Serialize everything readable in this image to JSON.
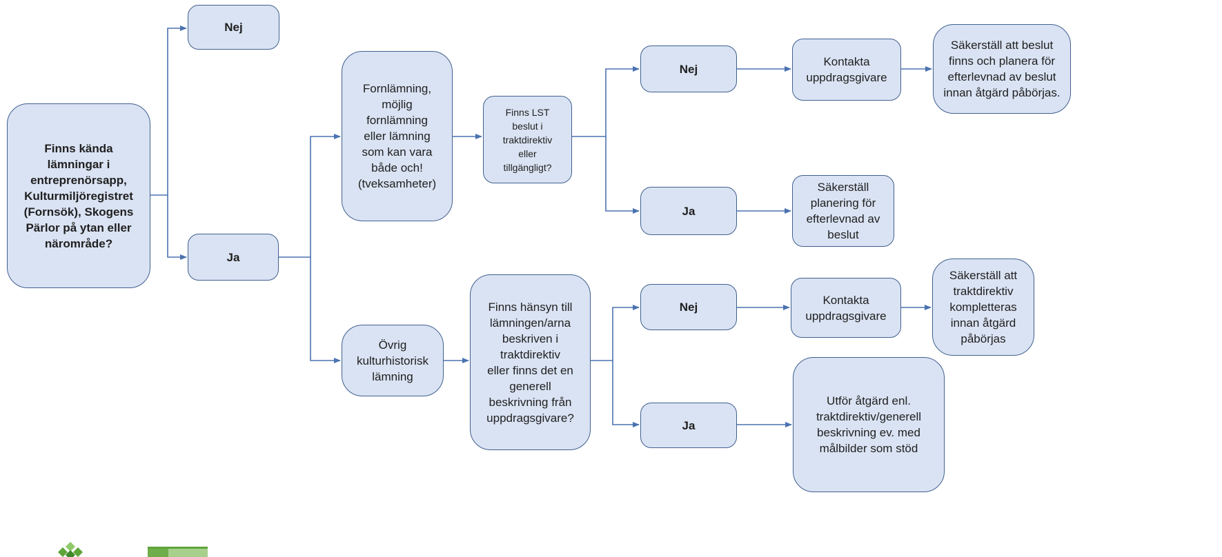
{
  "diagram": {
    "nodes": {
      "q_start": "Finns kända\nlämningar i\nentreprenörsapp,\nKulturmiljöregistret\n(Fornsök), Skogens\nPärlor på ytan eller\nnärområde?",
      "nej_top": "Nej",
      "ja_main": "Ja",
      "fornlamning": "Fornlämning,\nmöjlig\nfornlämning\neller lämning\nsom kan vara\nbåde och!\n(tveksamheter)",
      "ovrig": "Övrig\nkulturhistorisk\nlämning",
      "finns_lst": "Finns LST\nbeslut i\ntraktdirektiv\neller\ntillgängligt?",
      "lst_nej": "Nej",
      "lst_ja": "Ja",
      "kontakta_1": "Kontakta\nuppdragsgivare",
      "sakerstall_beslut": "Säkerställ att beslut\nfinns och planera för\nefterlevnad av beslut\ninnan åtgärd påbörjas.",
      "sakerstall_planering": "Säkerställ\nplanering för\nefterlevnad av\nbeslut",
      "finns_hansyn": "Finns hänsyn till\nlämningen/arna\nbeskriven i\ntraktdirektiv\neller finns det en\ngenerell\nbeskrivning från\nuppdragsgivare?",
      "hansyn_nej": "Nej",
      "hansyn_ja": "Ja",
      "kontakta_2": "Kontakta\nuppdragsgivare",
      "sakerstall_trakt": "Säkerställ att\ntraktdirektiv\nkompletteras\ninnan åtgärd\npåbörjas",
      "utfor": "Utför åtgärd enl.\ntraktdirektiv/generell\nbeskrivning ev. med\nmålbilder som stöd"
    }
  },
  "colors": {
    "box_fill": "#dae3f3",
    "box_border": "#3f5f8f",
    "connector": "#4a72b0",
    "logo_green": "#5ea53a",
    "logo_light_green": "#a8d08d"
  }
}
